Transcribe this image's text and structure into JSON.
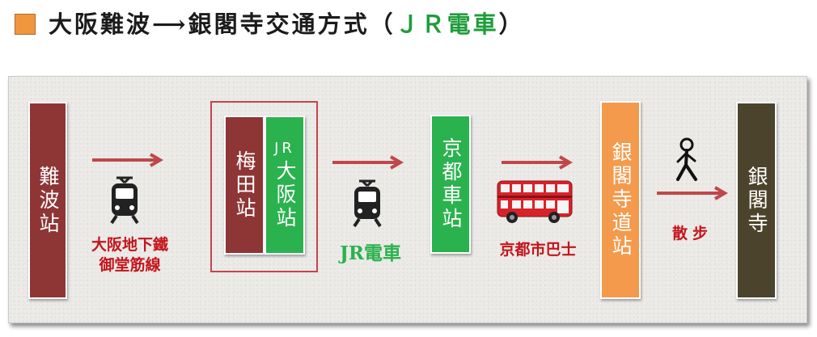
{
  "header": {
    "title_main": "大阪難波",
    "arrow": "⟶",
    "title_dest": "銀閣寺交通方式",
    "paren_open": "（",
    "jr": "ＪＲ電車",
    "paren_close": "）"
  },
  "stations": {
    "namba": "難波站",
    "umeda": "梅田站",
    "osaka_jr_tag": "JR",
    "osaka_jr": "大阪站",
    "kyoto": "京都車站",
    "ginkakuji_michi": "銀閣寺道站",
    "ginkakuji": "銀閣寺"
  },
  "routes": {
    "subway_line1": "大阪地下鐵",
    "subway_line2": "御堂筋線",
    "jr_train": "JR電車",
    "city_bus": "京都市巴士",
    "walk": "散步"
  },
  "icons": [
    "train-icon",
    "bus-icon",
    "pedestrian-icon",
    "arrow-icon",
    "orange-square-icon"
  ],
  "colors": {
    "accent_orange": "#f49a4c",
    "station_red": "#8e3535",
    "station_green": "#2ab24e",
    "station_olive": "#4b432b",
    "route_red": "#c4141b",
    "arrow": "#c0474a"
  }
}
